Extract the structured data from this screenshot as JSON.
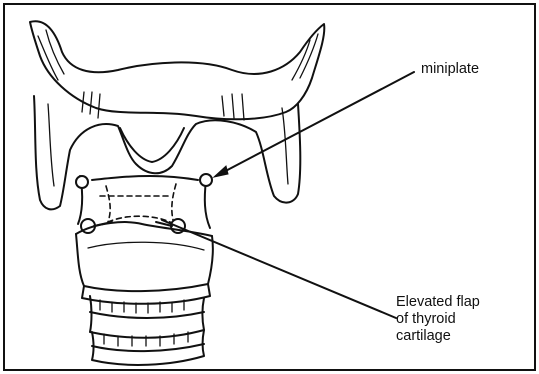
{
  "labels": {
    "miniplate": "miniplate",
    "flap_line1": "Elevated flap",
    "flap_line2": "of thyroid",
    "flap_line3": "cartilage"
  }
}
